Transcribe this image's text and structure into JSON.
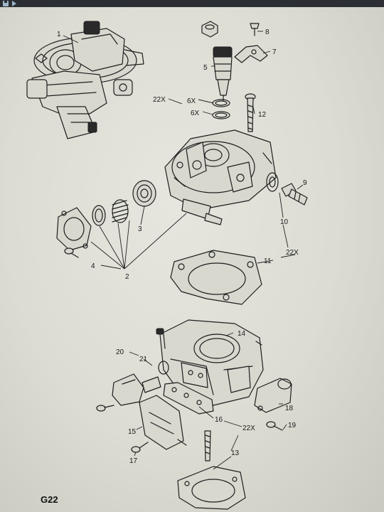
{
  "page_code": "G22",
  "toolbar": {
    "icons": [
      "save-icon",
      "forward-icon"
    ]
  },
  "callouts": {
    "c1": "1",
    "c2": "2",
    "c3": "3",
    "c4": "4",
    "c5": "5",
    "c6x_a": "6X",
    "c6x_b": "6X",
    "c7": "7",
    "c8": "8",
    "c9": "9",
    "c10": "10",
    "c11": "11",
    "c12": "12",
    "c13": "13",
    "c14": "14",
    "c15": "15",
    "c16": "16",
    "c17": "17",
    "c18": "18",
    "c19": "19",
    "c20": "20",
    "c21": "21",
    "c22x_a": "22X",
    "c22x_b": "22X",
    "c22x_c": "22X"
  }
}
